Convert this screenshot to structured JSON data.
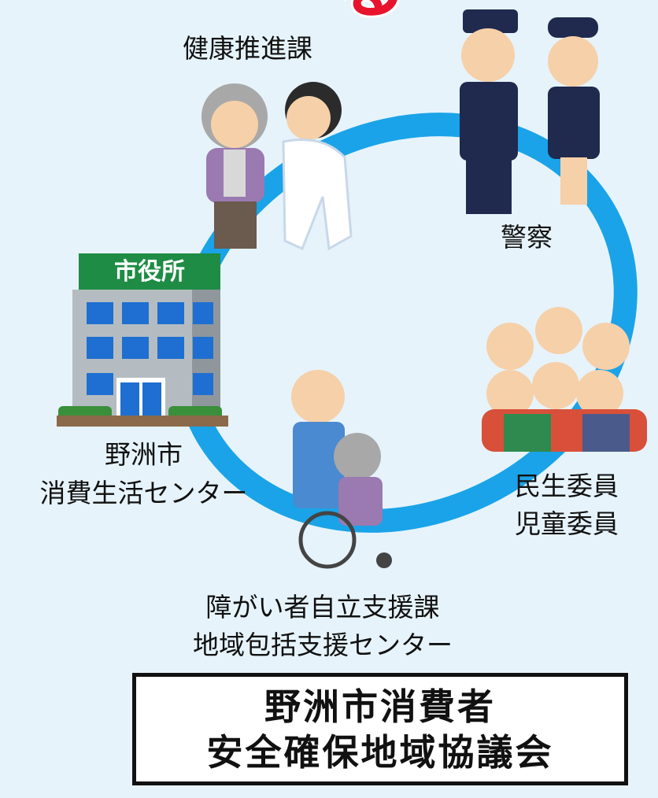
{
  "top_partial_text": "る",
  "labels": {
    "health_promotion": "健康推進課",
    "police": "警察",
    "city_hall_sign": "市役所",
    "consumer_center_line1": "野洲市",
    "consumer_center_line2": "消費生活センター",
    "welfare_line1": "民生委員",
    "welfare_line2": "児童委員",
    "support_line1": "障がい者自立支援課",
    "support_line2": "地域包括支援センター"
  },
  "title_box": {
    "line1": "野洲市消費者",
    "line2": "安全確保地域協議会"
  },
  "colors": {
    "background": "#e6f3fb",
    "ring": "#1aa3e8",
    "accent_red": "#e8142d"
  }
}
